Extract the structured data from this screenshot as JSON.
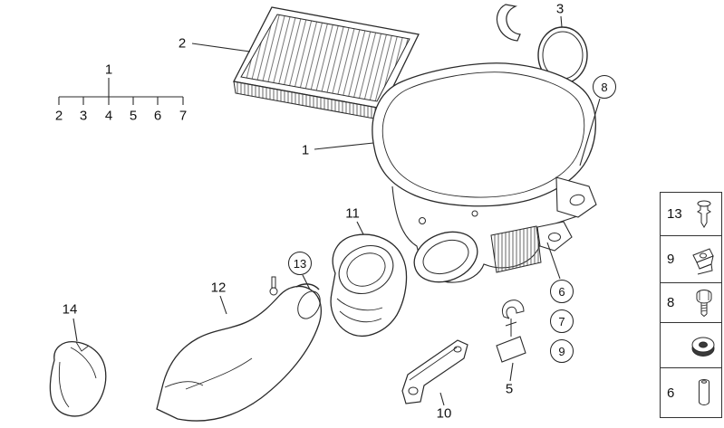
{
  "diagram": {
    "callouts": {
      "filter": "2",
      "tree_root": "1",
      "tree_items": [
        "2",
        "3",
        "4",
        "5",
        "6",
        "7"
      ],
      "housing": "1",
      "seal": "3",
      "boot": "11",
      "duct": "12",
      "cover": "14",
      "bracket": "10",
      "holder": "5"
    },
    "circle_callouts": {
      "bolt": "8",
      "clamp": "13",
      "c6": "6",
      "c7": "7",
      "c9": "9"
    },
    "legend": {
      "rows": [
        {
          "number": "13",
          "icon": "rivet-icon"
        },
        {
          "number": "9",
          "icon": "speed-nut-icon"
        },
        {
          "number": "8",
          "icon": "hex-bolt-icon"
        },
        {
          "number": "",
          "icon": "grommet-icon"
        },
        {
          "number": "6",
          "icon": "sleeve-icon"
        }
      ]
    }
  }
}
